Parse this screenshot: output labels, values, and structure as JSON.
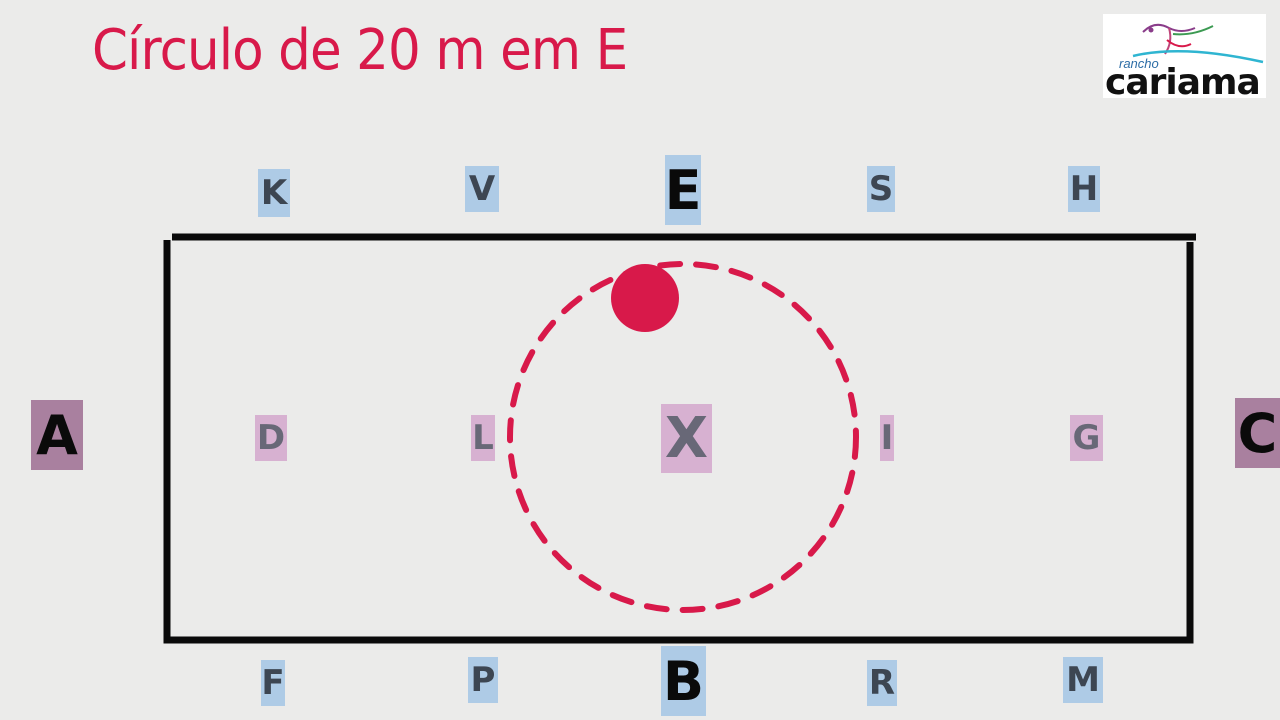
{
  "title": "Círculo de 20 m em E",
  "logo": {
    "small": "rancho",
    "big": "cariama"
  },
  "colors": {
    "title": "#d8194a",
    "circle": "#d8194a",
    "arena_border": "#0a0a0a",
    "marker_blue": "#aecbe6",
    "marker_pink": "#d7b1d1",
    "marker_mauve": "#a9809f",
    "background": "#ebebea"
  },
  "markers": {
    "top": [
      "K",
      "V",
      "E",
      "S",
      "H"
    ],
    "bottom": [
      "F",
      "P",
      "B",
      "R",
      "M"
    ],
    "middle": [
      "D",
      "L",
      "X",
      "I",
      "G"
    ],
    "left": "A",
    "right": "C"
  }
}
